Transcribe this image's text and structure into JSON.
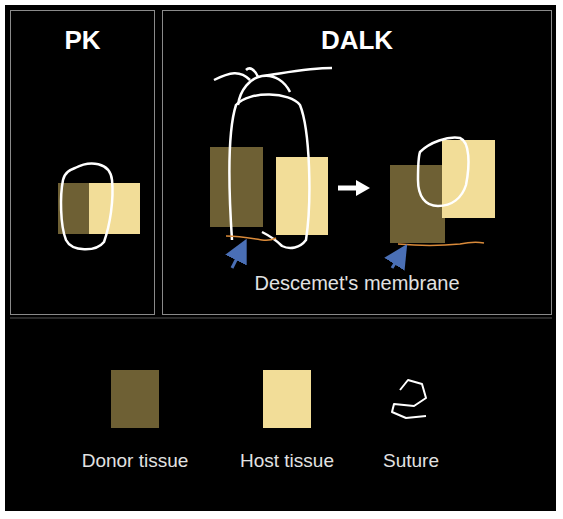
{
  "diagram": {
    "nodes": [
      {
        "text": [
          "PK"
        ]
      },
      {
        "text": [
          "DALK"
        ]
      }
    ],
    "labels": [
      "Descemet's membrane"
    ],
    "legend": [
      {
        "text": "Donor tissue",
        "color": "#6e6034"
      },
      {
        "text": "Host tissue",
        "color": "#f2dd98"
      },
      {
        "text": "Suture"
      }
    ]
  }
}
